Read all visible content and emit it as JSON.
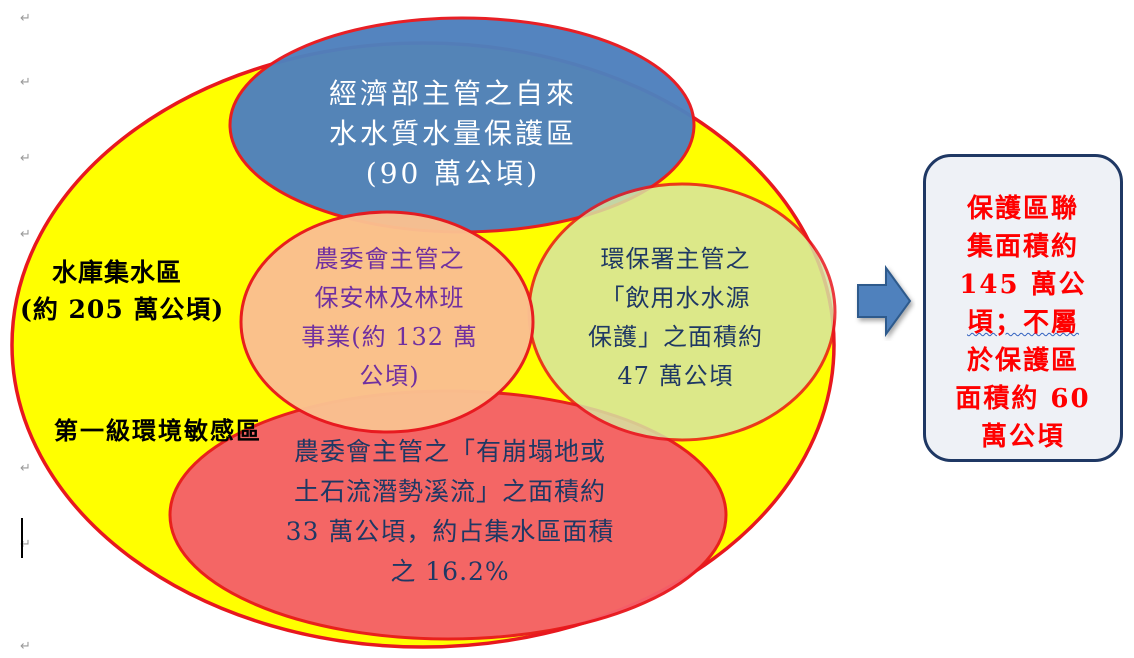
{
  "diagram": {
    "blue_region": {
      "lines": [
        "經濟部主管之自來",
        "水水質水量保護區",
        "(90 萬公頃)"
      ]
    },
    "orange_region": {
      "lines": [
        "農委會主管之",
        "保安林及林班",
        "事業(約 132 萬",
        "公頃)"
      ]
    },
    "green_region": {
      "lines": [
        "環保署主管之",
        "「飲用水水源",
        "保護」之面積約",
        "47 萬公頃"
      ]
    },
    "reservoir_region": {
      "lines": [
        "水庫集水區",
        "(約 205 萬公頃)"
      ]
    },
    "sensitive_region": {
      "label": "第一級環境敏感區"
    },
    "red_region": {
      "lines": [
        "農委會主管之「有崩塌地或",
        "土石流潛勢溪流」之面積約",
        "33 萬公頃，約占集水區面積",
        "之 16.2%"
      ]
    },
    "result_box": {
      "lines": [
        "保護區聯",
        "集面積約",
        "145 萬公",
        "頃；不屬",
        "於保護區",
        "面積約 60",
        "萬公頃"
      ]
    },
    "paragraph_mark": "↵",
    "colors": {
      "outer": "#ffff00",
      "outer_border": "#e8181e",
      "blue": "#4f81bd",
      "orange": "#fac090",
      "green": "#d7e4a2",
      "red": "#f4606a",
      "arrow": "#4f81bd",
      "box_border": "#1f3864"
    }
  }
}
